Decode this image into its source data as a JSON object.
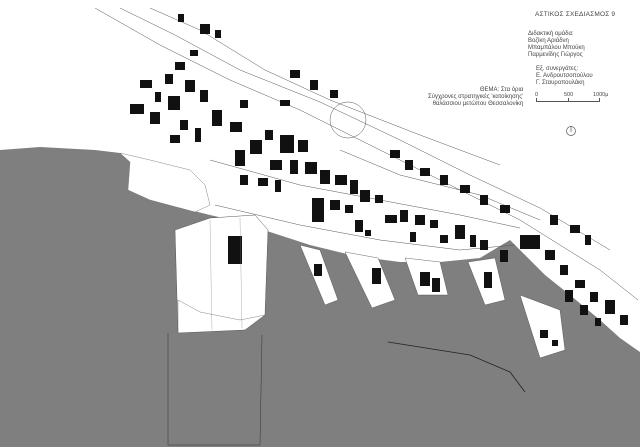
{
  "title": "ΑΣΤΙΚΟΣ ΣΧΕΔΙΑΣΜΟΣ 9",
  "team": {
    "heading": "Διδακτική ομάδα:",
    "members": [
      "Βοζίκη Αριάδνη",
      "Μπαμπάλου Μπούκη",
      "Παρμενίδης Γιώργος"
    ]
  },
  "collaborators": {
    "heading": "Εξ. συνεργάτες:",
    "members": [
      "Ε. Ανδρουτσοπούλου",
      "Γ. Σταυροπουλάκη"
    ]
  },
  "theme": {
    "line1": "ΘΕΜΑ: Στα όρια",
    "line2": "Σύγχρονες στρατηγικές 'κατοίκησης'",
    "line3": "θαλάσσιου μετώπου Θεσσαλονίκη"
  },
  "scale_bar": {
    "labels": [
      "0",
      "500",
      "1000μ"
    ]
  },
  "north_arrow": "north-arrow-icon",
  "colors": {
    "sea": "#7f7f7f",
    "buildings": "#111111",
    "land": "#ffffff",
    "outline": "#444444"
  }
}
